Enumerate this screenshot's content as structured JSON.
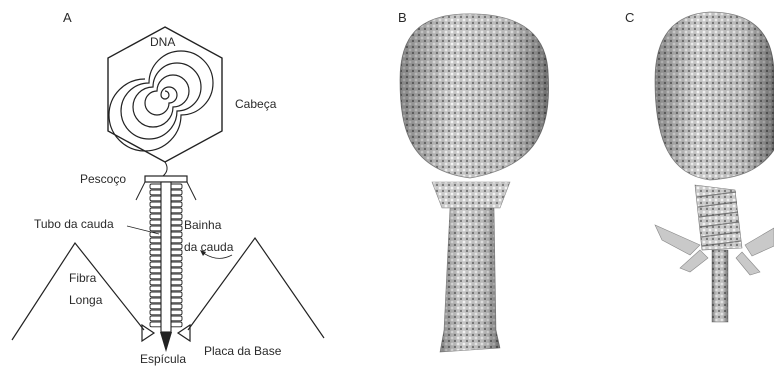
{
  "panels": {
    "a": {
      "letter": "A",
      "labels": {
        "dna": "DNA",
        "head": "Cabeça",
        "neck": "Pescoço",
        "tail_tube": "Tubo da cauda",
        "tail_sheath_line1": "Bainha",
        "tail_sheath_line2": "da cauda",
        "long_fiber_line1": "Fibra",
        "long_fiber_line2": "Longa",
        "spike": "Espícula",
        "base_plate": "Placa da Base"
      }
    },
    "b": {
      "letter": "B"
    },
    "c": {
      "letter": "C"
    }
  },
  "colors": {
    "line": "#222222",
    "capsid_light": "#efefef",
    "capsid_mid": "#b8b8b8",
    "capsid_dark": "#6e6e6e"
  }
}
